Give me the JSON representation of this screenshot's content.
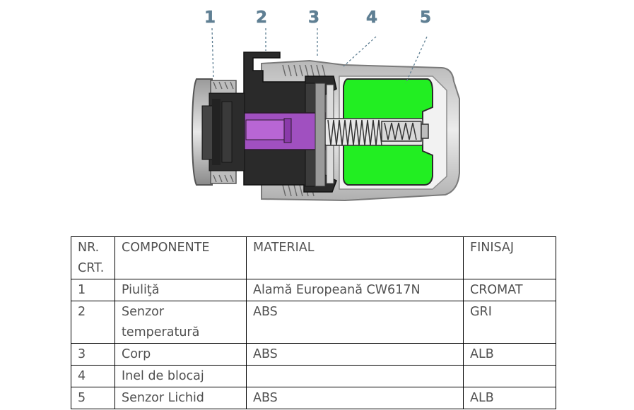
{
  "diagram": {
    "callouts": [
      "1",
      "2",
      "3",
      "4",
      "5"
    ]
  },
  "table": {
    "headers": [
      "NR. CRT.",
      "COMPONENTE",
      "MATERIAL",
      "FINISAJ"
    ],
    "rows": [
      [
        "1",
        "Piuliţă",
        "Alamă Europeană CW617N",
        "CROMAT"
      ],
      [
        "2",
        "Senzor temperatură",
        "ABS",
        "GRI"
      ],
      [
        "3",
        "Corp",
        "ABS",
        "ALB"
      ],
      [
        "4",
        "Inel de blocaj",
        "",
        ""
      ],
      [
        "5",
        "Senzor Lichid",
        "ABS",
        "ALB"
      ]
    ]
  },
  "colors": {
    "callout": "#5f7f93",
    "liquid_sensor": "#22ee22",
    "piston": "#a050c0",
    "housing": "#d2d2d2",
    "dark_parts": "#2a2a2a"
  }
}
